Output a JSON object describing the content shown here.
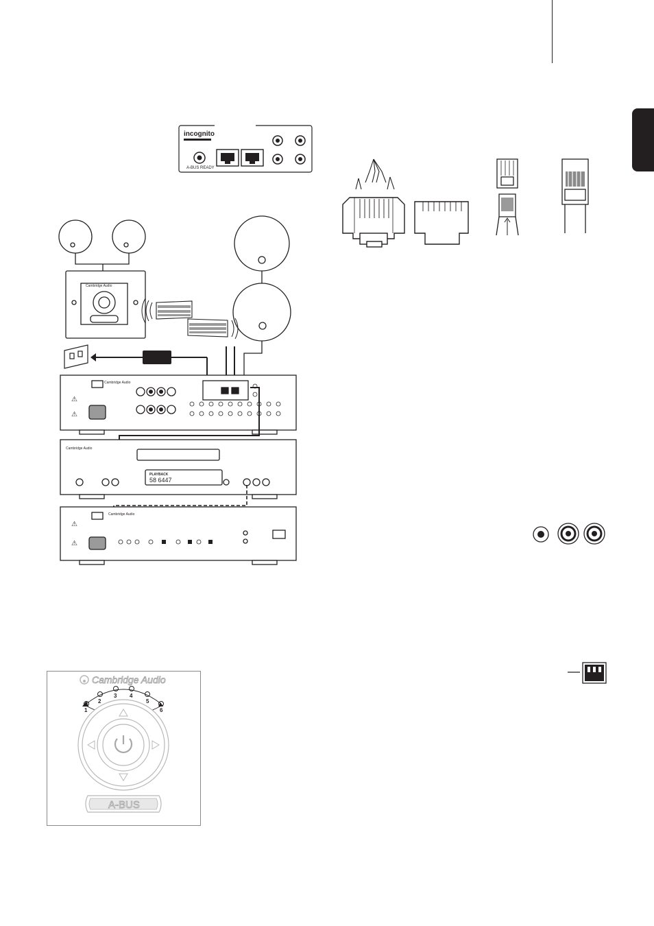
{
  "page": {
    "background": "#ffffff",
    "ink": "#231f20"
  },
  "panel": {
    "logo": "incognito",
    "abus_ready": "A-BUS READY"
  },
  "stack": {
    "amp_brand": "Cambridge Audio",
    "player_brand": "Cambridge Audio",
    "tuner_brand": "Cambridge Audio",
    "abus_label": "A-BUS",
    "display_text": "58  6447",
    "display_flag": "PLAYBACK"
  },
  "keypad": {
    "brand": "Cambridge Audio",
    "zones": [
      "1",
      "2",
      "3",
      "4",
      "5",
      "6"
    ],
    "bus_label": "A-BUS"
  },
  "icons": {
    "power": "power-icon",
    "arrows": [
      "arrow-up-icon",
      "arrow-down-icon",
      "arrow-left-icon",
      "arrow-right-icon"
    ]
  }
}
